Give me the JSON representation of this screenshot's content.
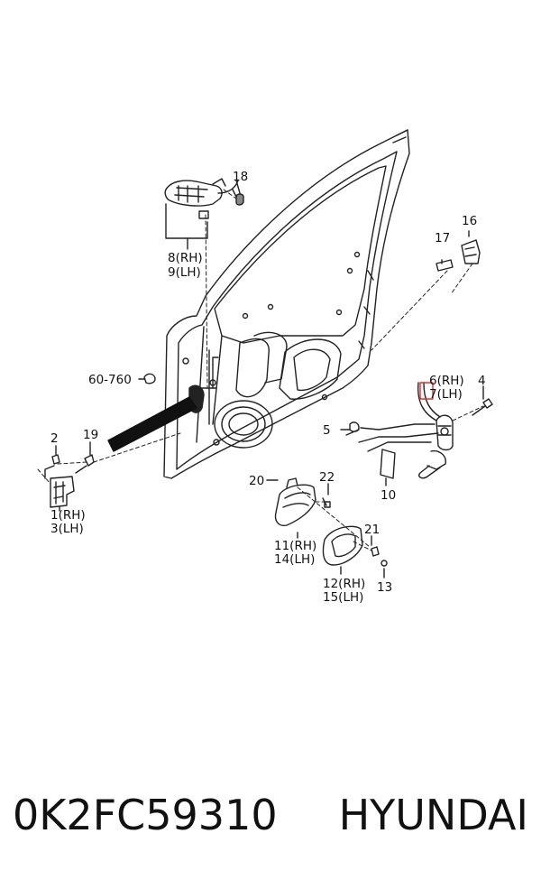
{
  "diagram": {
    "labels": {
      "l18": "18",
      "l8": "8(RH)",
      "l9": "9(LH)",
      "l16": "16",
      "l17": "17",
      "l60": "60-760",
      "l6": "6(RH)",
      "l7": "7(LH)",
      "l4": "4",
      "l5": "5",
      "l2": "2",
      "l19": "19",
      "l1": "1(RH)",
      "l3": "3(LH)",
      "l20": "20",
      "l22": "22",
      "l10": "10",
      "l11": "11(RH)",
      "l14": "14(LH)",
      "l21": "21",
      "l12": "12(RH)",
      "l15": "15(LH)",
      "l13": "13"
    },
    "highlight_color": "#e0302a",
    "line_color": "#222222"
  },
  "footer": {
    "part_number": "0K2FC59310",
    "brand": "HYUNDAI"
  }
}
